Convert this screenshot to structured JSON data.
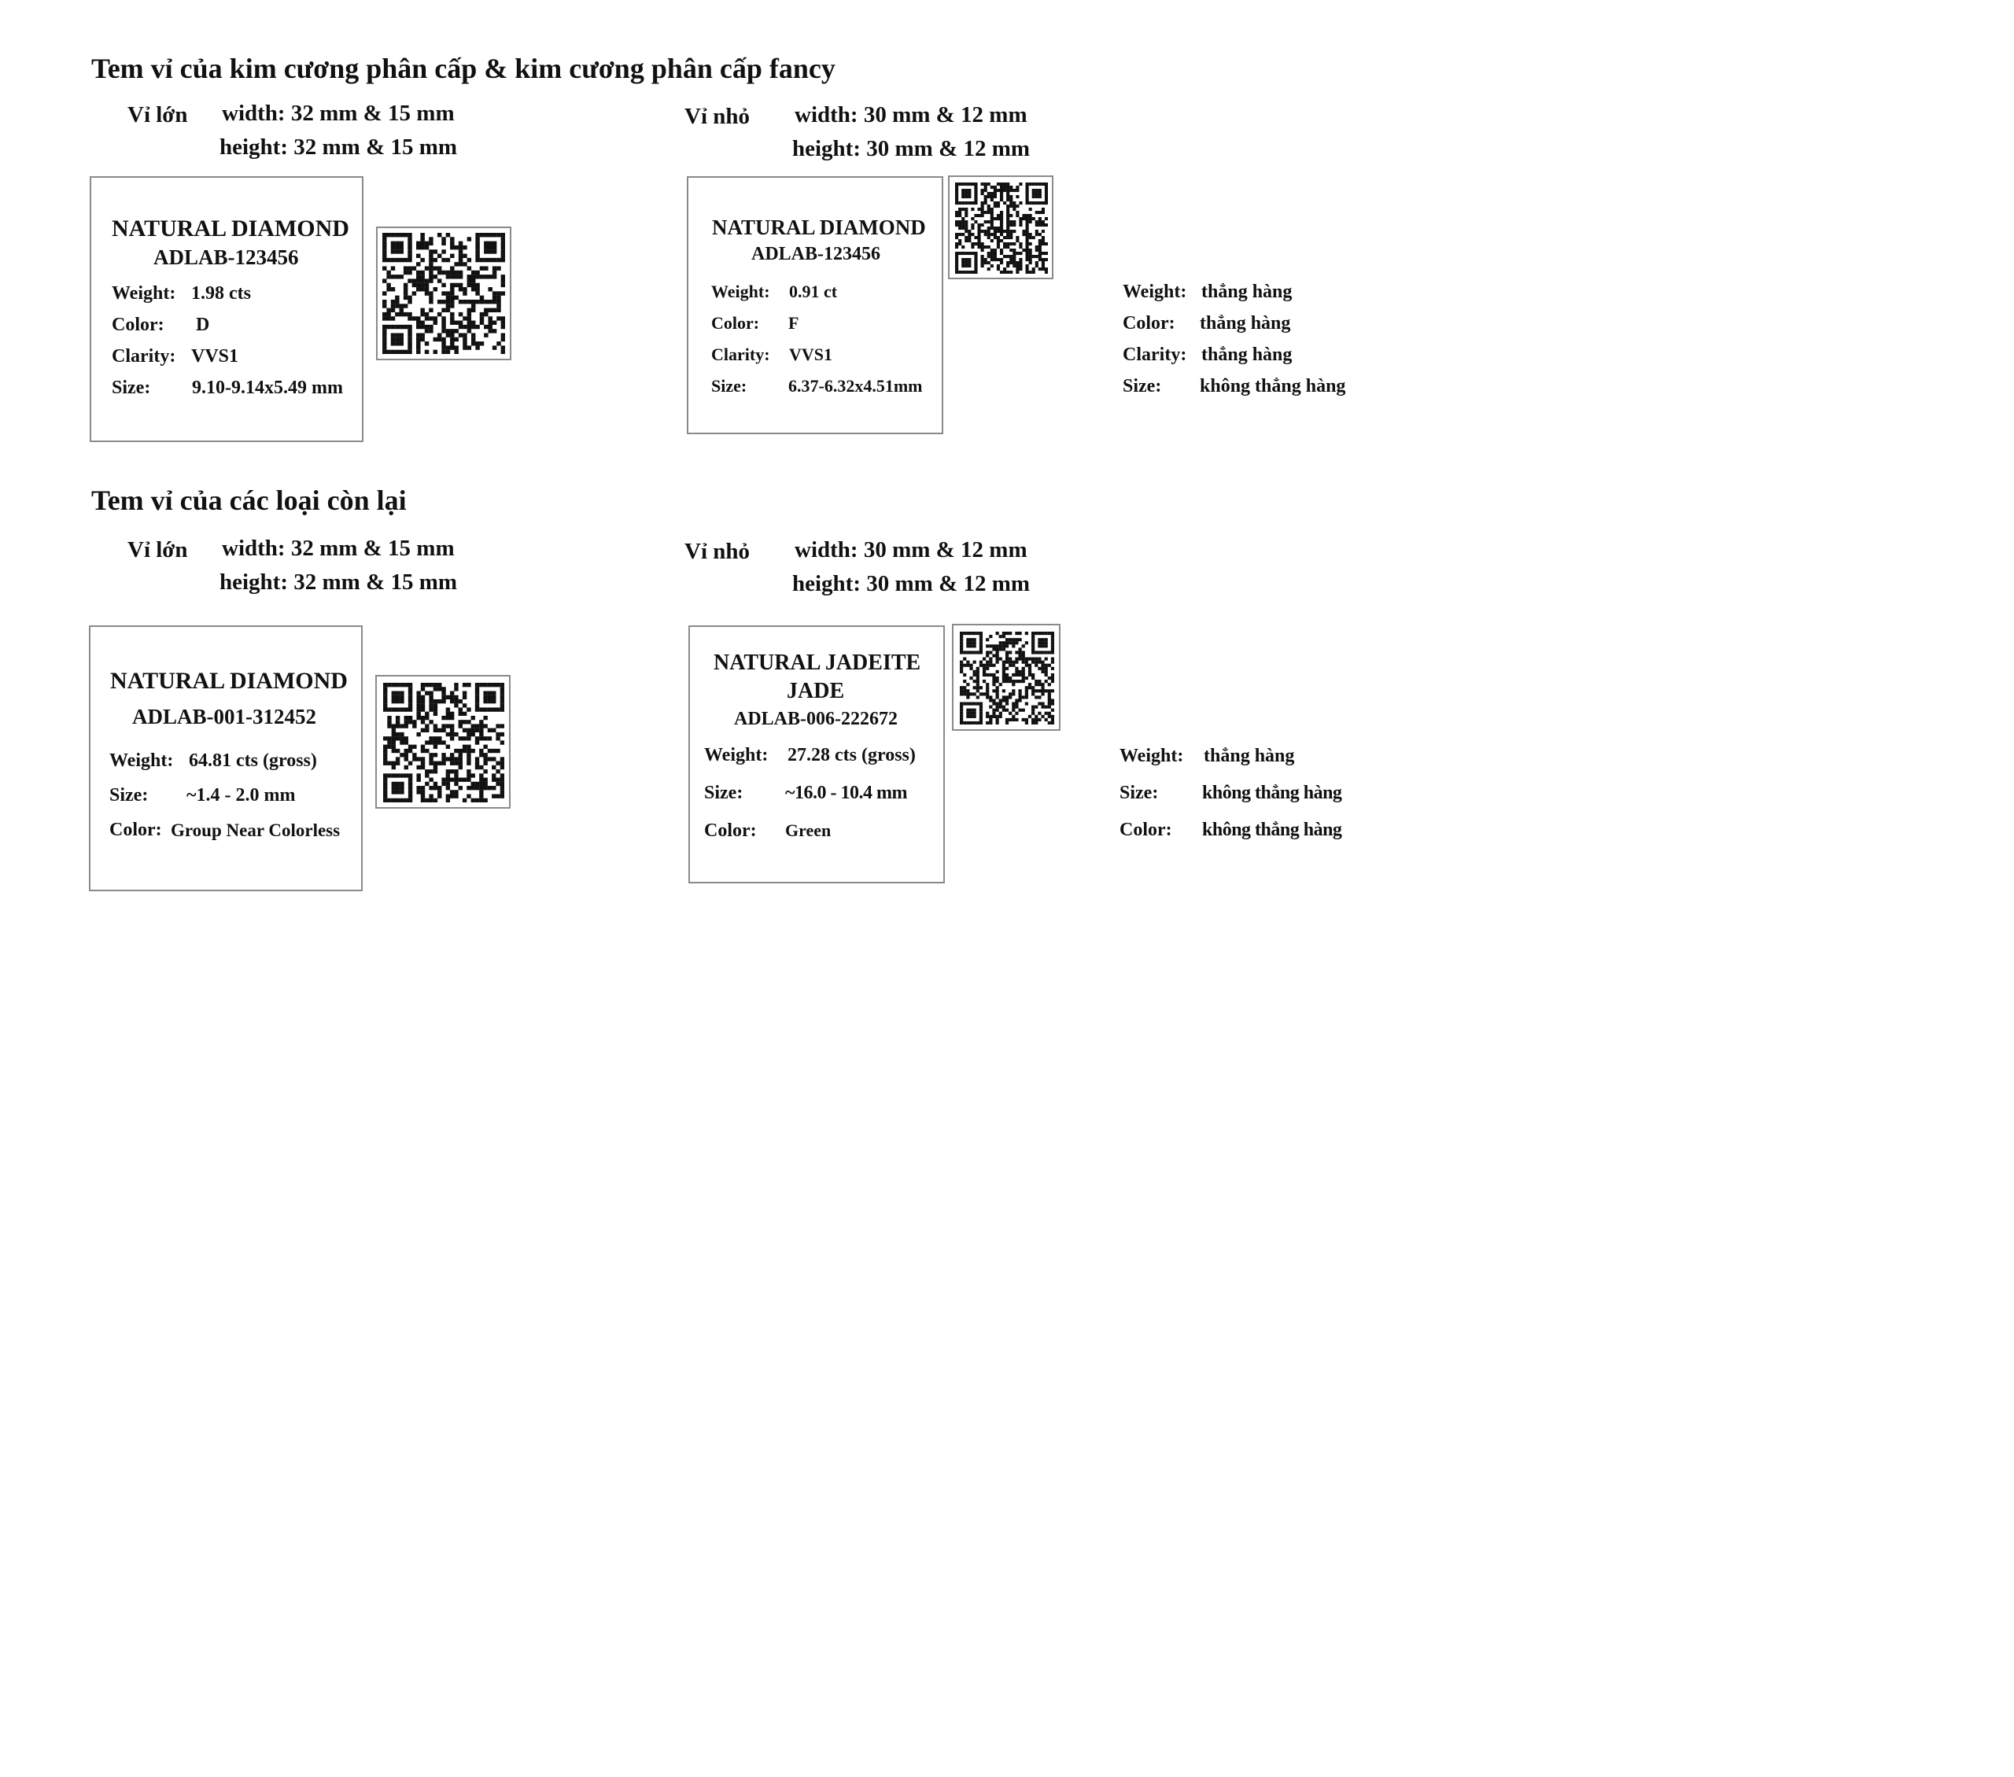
{
  "sections": [
    {
      "title": "Tem vỉ của kim cương phân cấp & kim cương phân cấp fancy",
      "large": {
        "name": "Vỉ lớn",
        "width": "width: 32 mm & 15 mm",
        "height": "height: 32 mm & 15 mm"
      },
      "small": {
        "name": "Vỉ nhỏ",
        "width": "width: 30 mm & 12 mm",
        "height": "height: 30 mm & 12 mm"
      },
      "large_card": {
        "line1": "NATURAL DIAMOND",
        "line2": "ADLAB-123456",
        "rows": [
          {
            "label": "Weight:",
            "value": "1.98 cts"
          },
          {
            "label": "Color:",
            "value": "D"
          },
          {
            "label": "Clarity:",
            "value": "VVS1"
          },
          {
            "label": "Size:",
            "value": "9.10-9.14x5.49 mm"
          }
        ]
      },
      "small_card": {
        "line1": "NATURAL DIAMOND",
        "line2": "ADLAB-123456",
        "rows": [
          {
            "label": "Weight:",
            "value": "0.91 ct"
          },
          {
            "label": "Color:",
            "value": "F"
          },
          {
            "label": "Clarity:",
            "value": "VVS1"
          },
          {
            "label": "Size:",
            "value": "6.37-6.32x4.51mm"
          }
        ]
      },
      "notes": [
        {
          "label": "Weight:",
          "value": "thẳng hàng"
        },
        {
          "label": "Color:",
          "value": "thẳng hàng"
        },
        {
          "label": "Clarity:",
          "value": "thẳng hàng"
        },
        {
          "label": "Size:",
          "value": "không thẳng hàng"
        }
      ]
    },
    {
      "title": "Tem vỉ của các loại còn lại",
      "large": {
        "name": "Vỉ lớn",
        "width": "width: 32 mm & 15 mm",
        "height": "height: 32 mm & 15 mm"
      },
      "small": {
        "name": "Vỉ nhỏ",
        "width": "width: 30 mm & 12 mm",
        "height": "height: 30 mm & 12 mm"
      },
      "large_card": {
        "line1": "NATURAL DIAMOND",
        "line2": "ADLAB-001-312452",
        "rows": [
          {
            "label": "Weight:",
            "value": "64.81 cts (gross)"
          },
          {
            "label": "Size:",
            "value": "~1.4 - 2.0 mm"
          },
          {
            "label": "Color:",
            "value": "Group Near Colorless"
          }
        ]
      },
      "small_card": {
        "line1": "NATURAL JADEITE",
        "line1b": "JADE",
        "line2": "ADLAB-006-222672",
        "rows": [
          {
            "label": "Weight:",
            "value": "27.28 cts (gross)"
          },
          {
            "label": "Size:",
            "value": "~16.0 - 10.4 mm"
          },
          {
            "label": "Color:",
            "value": "Green"
          }
        ]
      },
      "notes": [
        {
          "label": "Weight:",
          "value": "thẳng hàng"
        },
        {
          "label": "Size:",
          "value": "không thẳng hàng"
        },
        {
          "label": "Color:",
          "value": "không thẳng hàng"
        }
      ]
    }
  ]
}
